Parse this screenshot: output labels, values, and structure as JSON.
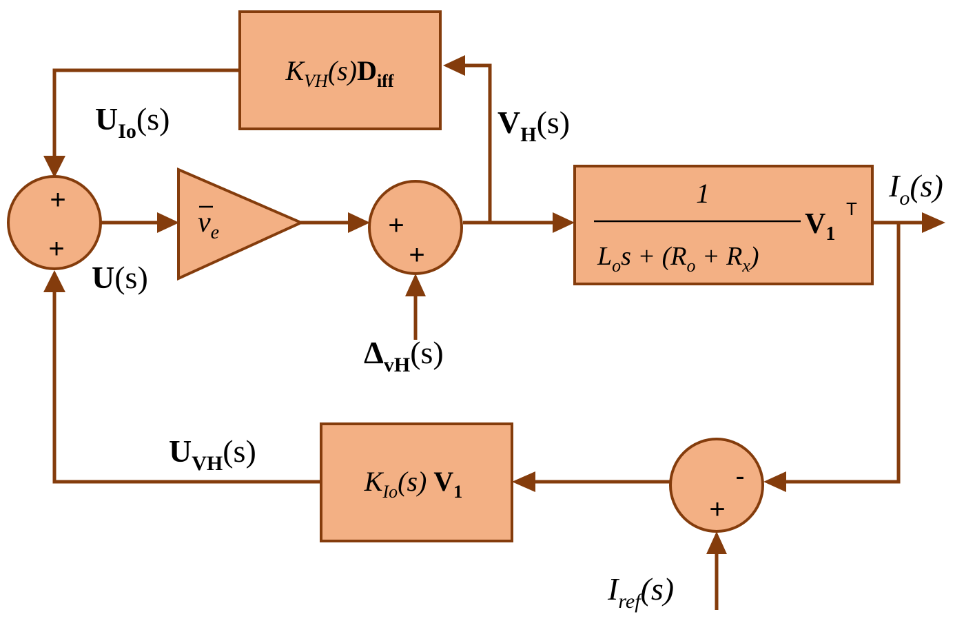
{
  "blocks": {
    "kvh": {
      "k": "K",
      "k_sub": "VH",
      "s": "(s)",
      "d": "D",
      "d_sub": "iff"
    },
    "gain": {
      "v": "v",
      "v_sub": "e"
    },
    "plant": {
      "num": "1",
      "l": "L",
      "l_sub": "o",
      "s_plus": "s + (R",
      "r_sub": "o",
      "plus_r": " + R",
      "rx_sub": "x",
      "close": ")",
      "v": "V",
      "v_sub": "1",
      "v_sup": "T"
    },
    "kio": {
      "k": "K",
      "k_sub": "Io",
      "s": "(s)",
      "v": "V",
      "v_sub": "1"
    }
  },
  "sums": {
    "left": {
      "top": "+",
      "bottom": "+"
    },
    "middle": {
      "left": "+",
      "bottom": "+"
    },
    "error": {
      "top_right": "-",
      "bottom": "+"
    }
  },
  "signals": {
    "uio": {
      "main": "U",
      "sub": "Io",
      "arg": "(s)"
    },
    "u": {
      "main": "U",
      "arg": "(s)"
    },
    "vh": {
      "main": "V",
      "sub": "H",
      "arg": "(s)"
    },
    "delta": {
      "main": "Δ",
      "sub": "vH",
      "arg": "(s)"
    },
    "uvh": {
      "main": "U",
      "sub": "VH",
      "arg": "(s)"
    },
    "io": {
      "main": "I",
      "sub": "o",
      "arg": "(s)"
    },
    "iref": {
      "main": "I",
      "sub": "ref",
      "arg": "(s)"
    }
  },
  "colors": {
    "fill": "#F3B084",
    "stroke": "#843C0C"
  }
}
